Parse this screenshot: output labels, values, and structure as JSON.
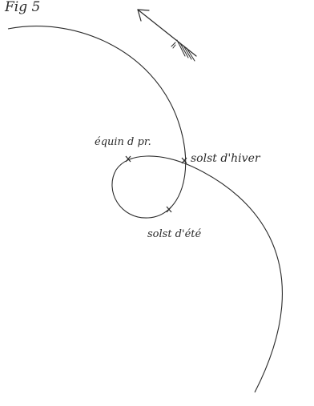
{
  "figure": {
    "label": "Fig 5",
    "annotations": {
      "equinox": "équin d pr.",
      "winter_solstice": "solst d'hiver",
      "summer_solstice": "solst d'été"
    },
    "colors": {
      "ink": "#2a2a2a",
      "paper": "#ffffff"
    },
    "icons": [
      "arrow-icon"
    ]
  }
}
